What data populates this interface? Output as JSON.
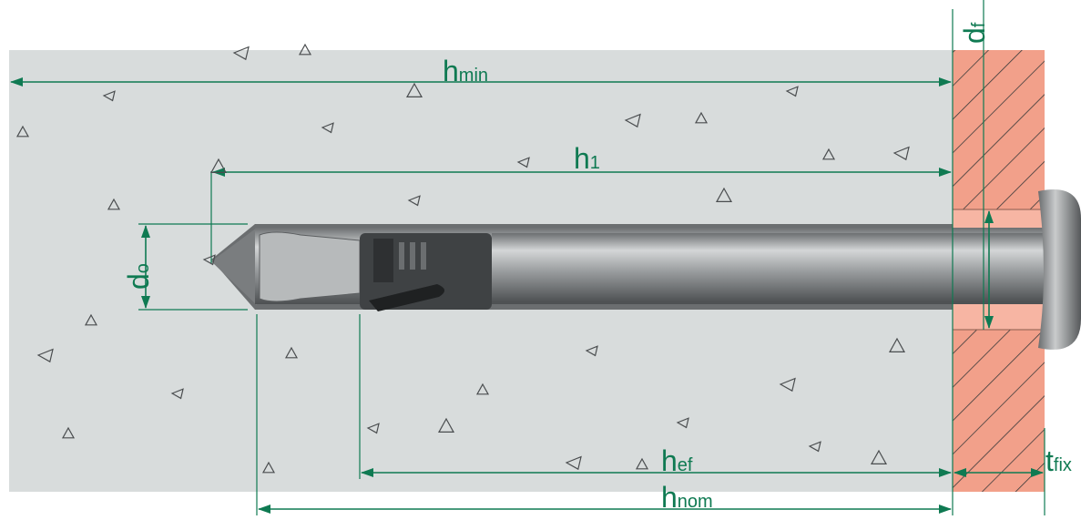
{
  "colors": {
    "concrete": "#d8dcdc",
    "fixture": "#f2a08a",
    "dimension": "#0f7a52",
    "hatch": "#3a3a3a",
    "steel": "#a9abac",
    "sleeve": "#3f4244"
  },
  "labels": {
    "hmin": {
      "main": "h",
      "sub": "min"
    },
    "h1": {
      "main": "h",
      "sub": "1"
    },
    "hef": {
      "main": "h",
      "sub": "ef"
    },
    "hnom": {
      "main": "h",
      "sub": "nom"
    },
    "tfix": {
      "main": "t",
      "sub": "fix"
    },
    "do": {
      "main": "d",
      "sub": "o"
    },
    "df": {
      "main": "d",
      "sub": "f"
    }
  }
}
